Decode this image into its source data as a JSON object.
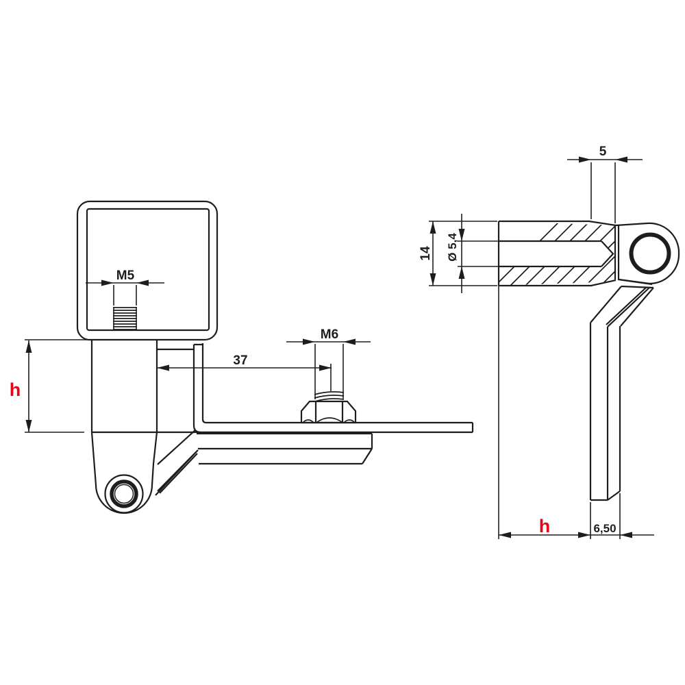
{
  "drawing": {
    "type": "technical-drawing",
    "description": "Two-view engineering drawing of a clamp bracket with pivot eye",
    "colors": {
      "line": "#1d1d1b",
      "accent": "#e30617",
      "background": "#ffffff"
    },
    "views": {
      "front": {
        "label_m5": "M5",
        "label_37": "37",
        "label_m6": "M6",
        "label_h": "h"
      },
      "side": {
        "label_5": "5",
        "label_14": "14",
        "label_bore": "Ø 5,4",
        "label_h": "h",
        "label_thickness": "6,50"
      }
    }
  }
}
